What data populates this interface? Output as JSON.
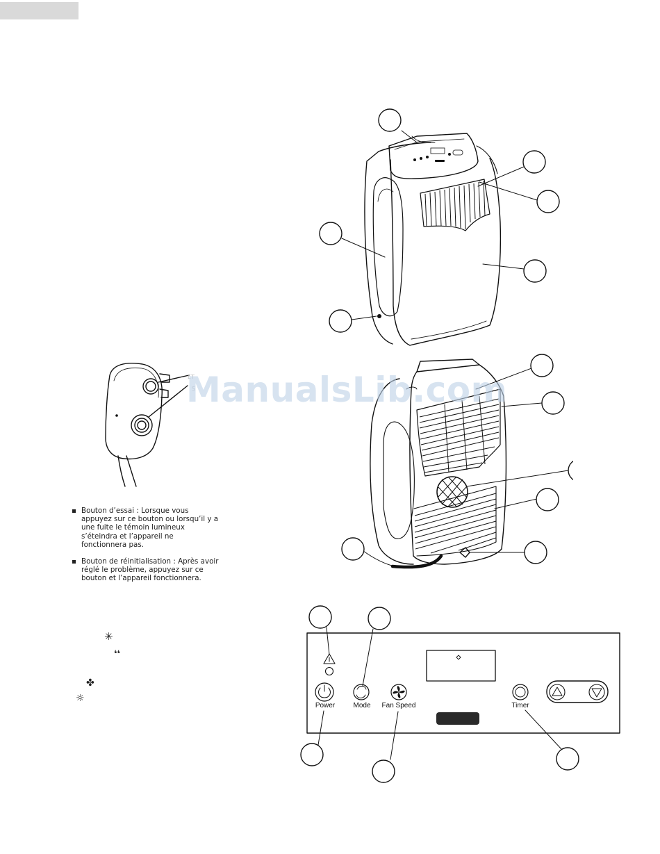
{
  "watermark": "ManualsLib.com",
  "gfci_notes": [
    "Bouton d’essai : Lorsque vous appuyez sur ce bouton ou lorsqu’il y a une fuite le témoin lumineux s’éteindra et l’appareil ne fonctionnera pas.",
    "Bouton de réinitialisation : Après avoir réglé le problème, appuyez sur ce bouton et l’appareil fonctionnera."
  ],
  "mode_icons": [
    "snowflake-icon",
    "water-drop-icon",
    "fan-icon",
    "sun-icon"
  ],
  "control_panel": {
    "power_label": "Power",
    "mode_label": "Mode",
    "fan_speed_label": "Fan Speed",
    "timer_label": "Timer"
  }
}
